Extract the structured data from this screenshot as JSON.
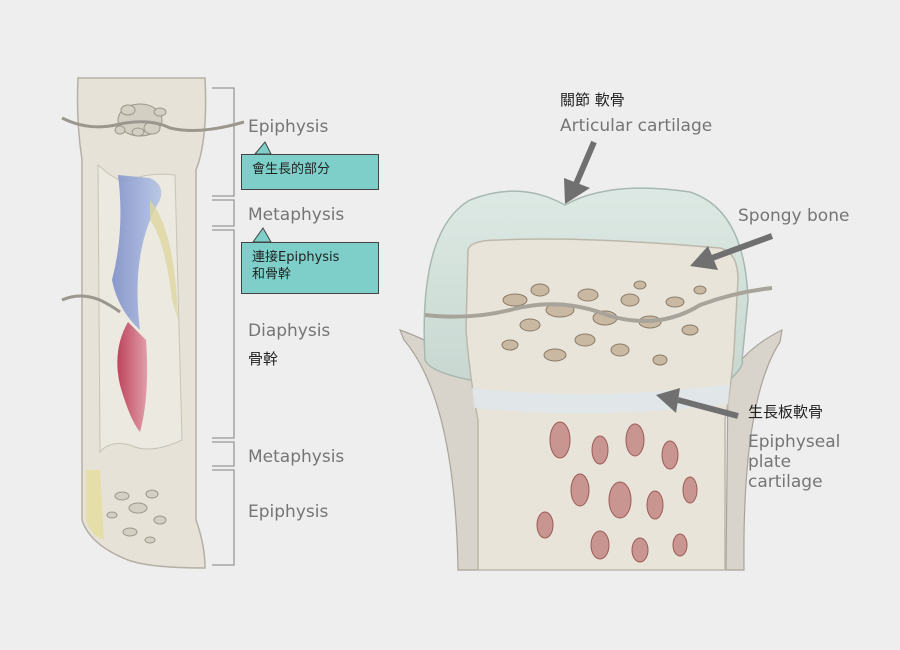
{
  "left_diagram": {
    "labels": {
      "epiphysis_top": "Epiphysis",
      "metaphysis_top": "Metaphysis",
      "diaphysis": "Diaphysis",
      "diaphysis_zh": "骨幹",
      "metaphysis_bottom": "Metaphysis",
      "epiphysis_bottom": "Epiphysis"
    },
    "callouts": {
      "growing_part_zh": "會生長的部分",
      "connects_line1": "連接Epiphysis",
      "connects_line2": "和骨幹"
    }
  },
  "right_diagram": {
    "labels": {
      "articular_zh": "關節 軟骨",
      "articular_en": "Articular cartilage",
      "spongy_bone": "Spongy bone",
      "growth_plate_zh": "生長板軟骨",
      "growth_plate_en_1": "Epiphyseal",
      "growth_plate_en_2": "plate",
      "growth_plate_en_3": "cartilage"
    }
  },
  "colors": {
    "background": "#eeeeee",
    "callout_fill": "#7ecfc9",
    "label_gray": "#757575",
    "bracket_gray": "#999999",
    "arrow_gray": "#707070",
    "bone": "#e6e2d8",
    "cartilage": "#d5e2dc"
  }
}
